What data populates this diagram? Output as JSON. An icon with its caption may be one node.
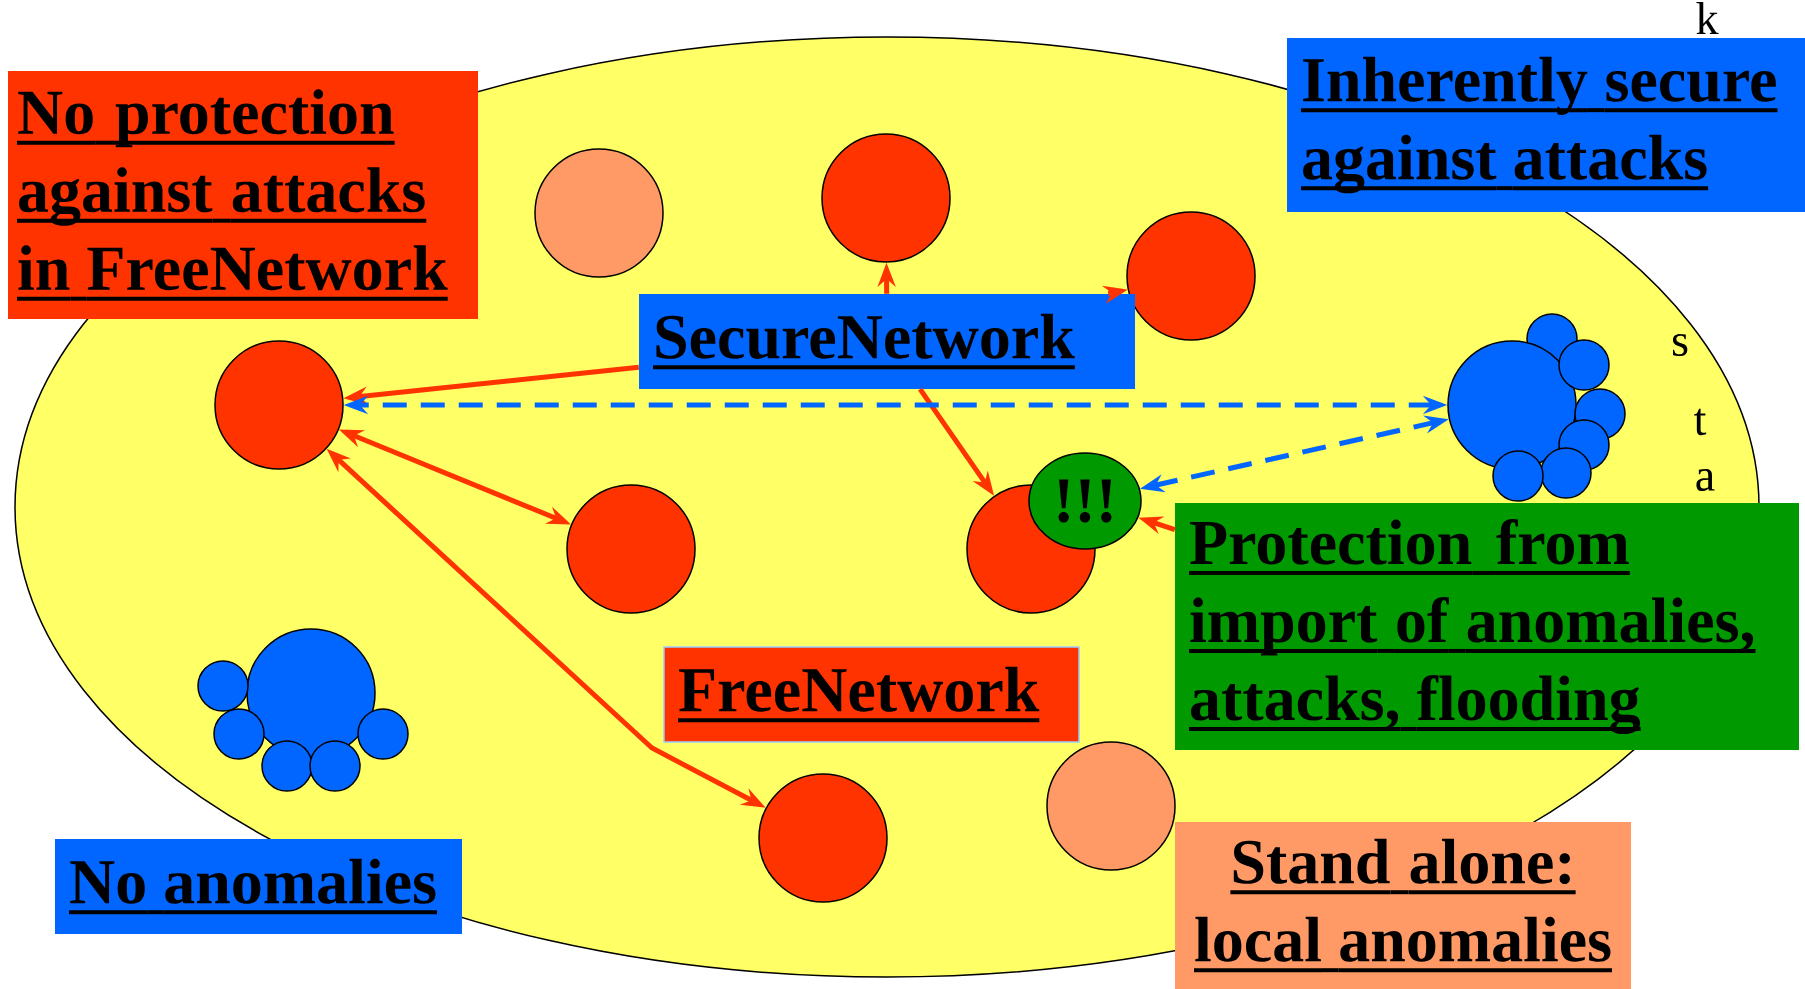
{
  "diagram": {
    "nodes": [
      {
        "text": [
          "No protection against attacks in FreeNetwork"
        ]
      },
      {
        "text": [],
        "shape": "circle"
      },
      {
        "text": [],
        "shape": "circle"
      },
      {
        "text": [
          "Inherently secure against attacks"
        ]
      },
      {
        "text": [],
        "shape": "circle"
      },
      {
        "text": [
          "SecureNetwork"
        ]
      },
      {
        "text": [],
        "shape": "circle"
      },
      {
        "text": [],
        "shape": "circle"
      },
      {
        "text": [],
        "shape": "circle"
      },
      {
        "text": [
          "!!!"
        ]
      },
      {
        "text": [],
        "shape": "circle"
      },
      {
        "text": [
          "Protection from import of anomalies, attacks, flooding"
        ]
      },
      {
        "text": [],
        "shape": "circle"
      },
      {
        "text": [
          "FreeNetwork"
        ]
      },
      {
        "text": [],
        "shape": "circle"
      },
      {
        "text": [],
        "shape": "circle"
      },
      {
        "text": [
          "No anomalies"
        ]
      },
      {
        "text": [
          "Stand alone: local anomalies"
        ]
      }
    ],
    "edges": [
      {
        "from": 5,
        "to": 6,
        "arrow": "to"
      },
      {
        "from": 5,
        "to": 2,
        "arrow": "to"
      },
      {
        "from": 5,
        "to": 4,
        "arrow": "to"
      },
      {
        "from": 5,
        "to": 10,
        "arrow": "to"
      },
      {
        "from": 6,
        "to": 8,
        "arrow": "both"
      },
      {
        "from": 6,
        "to": 14,
        "arrow": "both"
      },
      {
        "from": 11,
        "to": 9,
        "arrow": "to"
      },
      {
        "from": 7,
        "to": 6,
        "arrow": "both",
        "style": "dashed",
        "color": "#0066ff"
      },
      {
        "from": 9,
        "to": 7,
        "arrow": "both",
        "style": "dashed",
        "color": "#0066ff"
      }
    ],
    "labels": [
      "k",
      "s",
      "t",
      "a"
    ]
  }
}
